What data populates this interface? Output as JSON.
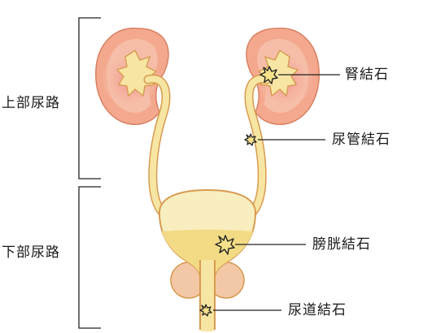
{
  "labels": {
    "upper_tract": "上部尿路",
    "lower_tract": "下部尿路",
    "kidney_stone": "腎結石",
    "ureter_stone": "尿管結石",
    "bladder_stone": "膀胱結石",
    "urethra_stone": "尿道結石"
  },
  "colors": {
    "kidney_outer": "#f4a98f",
    "kidney_inner": "#f7c5b2",
    "kidney_glow": "#f29a8f",
    "tube_fill": "#f7e6a3",
    "tube_outline": "#d89a50",
    "bladder_fill": "#f8eec0",
    "urine": "#f3db85",
    "prostate": "#f2c8a6",
    "stone": "#f5e18a",
    "line": "#222222"
  },
  "icons": [
    "kidney-icon",
    "ureter-icon",
    "bladder-icon",
    "prostate-icon",
    "urethra-icon",
    "stone-icon"
  ]
}
